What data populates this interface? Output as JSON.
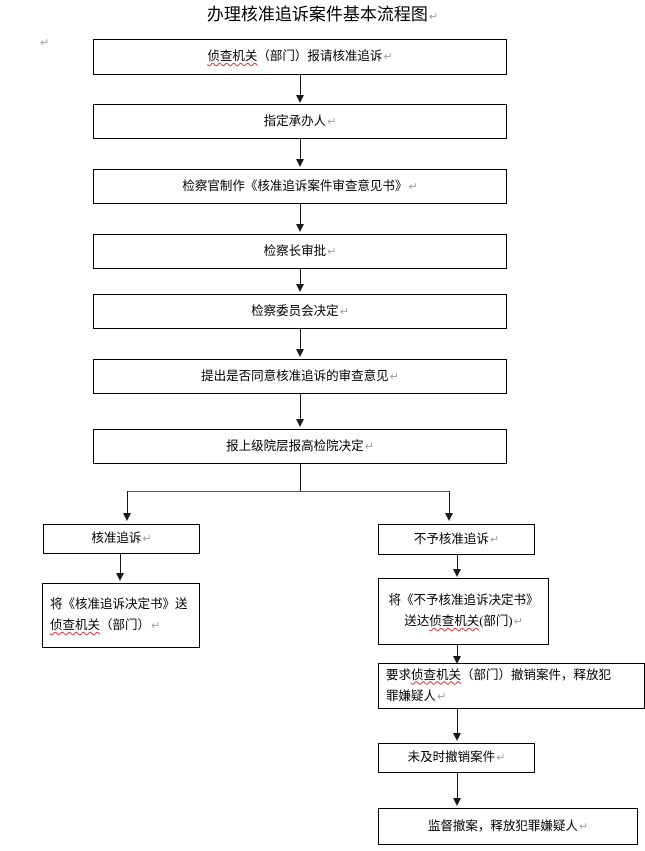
{
  "document": {
    "title": "办理核准追诉案件基本流程图",
    "pilcrow_glyph": "↵",
    "stray_pilcrow": "↵",
    "ink_color": "#000000",
    "connector_color": "#1a1a1a",
    "spellcheck_underline_color": "#e03131",
    "background_color": "#ffffff"
  },
  "flow": {
    "type": "flowchart",
    "orientation": "top-to-bottom",
    "main_column": [
      {
        "id": "n1",
        "text": "侦查机关（部门）报请核准追诉",
        "misspelled_prefix": "侦查机关",
        "align": "center"
      },
      {
        "id": "n2",
        "text": "指定承办人",
        "align": "center"
      },
      {
        "id": "n3",
        "text": "检察官制作《核准追诉案件审查意见书》",
        "align": "center"
      },
      {
        "id": "n4",
        "text": "检察长审批",
        "align": "center"
      },
      {
        "id": "n5",
        "text": "检察委员会决定",
        "align": "center"
      },
      {
        "id": "n6",
        "text": "提出是否同意核准追诉的审查意见",
        "align": "center"
      },
      {
        "id": "n7",
        "text": "报上级院层报高检院决定",
        "align": "center"
      }
    ],
    "branch_left": [
      {
        "id": "l1",
        "text": "核准追诉",
        "align": "center"
      },
      {
        "id": "l2",
        "line1_pre": "将《核准追诉决定书》送",
        "line2_mis": "侦查机关",
        "line2_post": "（部门）",
        "align": "left"
      }
    ],
    "branch_right": [
      {
        "id": "r1",
        "text": "不予核准追诉",
        "align": "center"
      },
      {
        "id": "r2",
        "line1": "将《不予核准追诉决定书》",
        "line2_pre": "送达",
        "line2_mis": "侦查机关",
        "line2_post": "(部门)",
        "align": "center"
      },
      {
        "id": "r3",
        "line1_pre": "要求",
        "line1_mis": "侦查机关",
        "line1_post": "（部门）撤销案件，释放犯",
        "line2": "罪嫌疑人",
        "align": "left"
      },
      {
        "id": "r4",
        "text": "未及时撤销案件",
        "align": "center"
      },
      {
        "id": "r5",
        "text": "监督撤案，释放犯罪嫌疑人",
        "align": "center"
      }
    ]
  }
}
